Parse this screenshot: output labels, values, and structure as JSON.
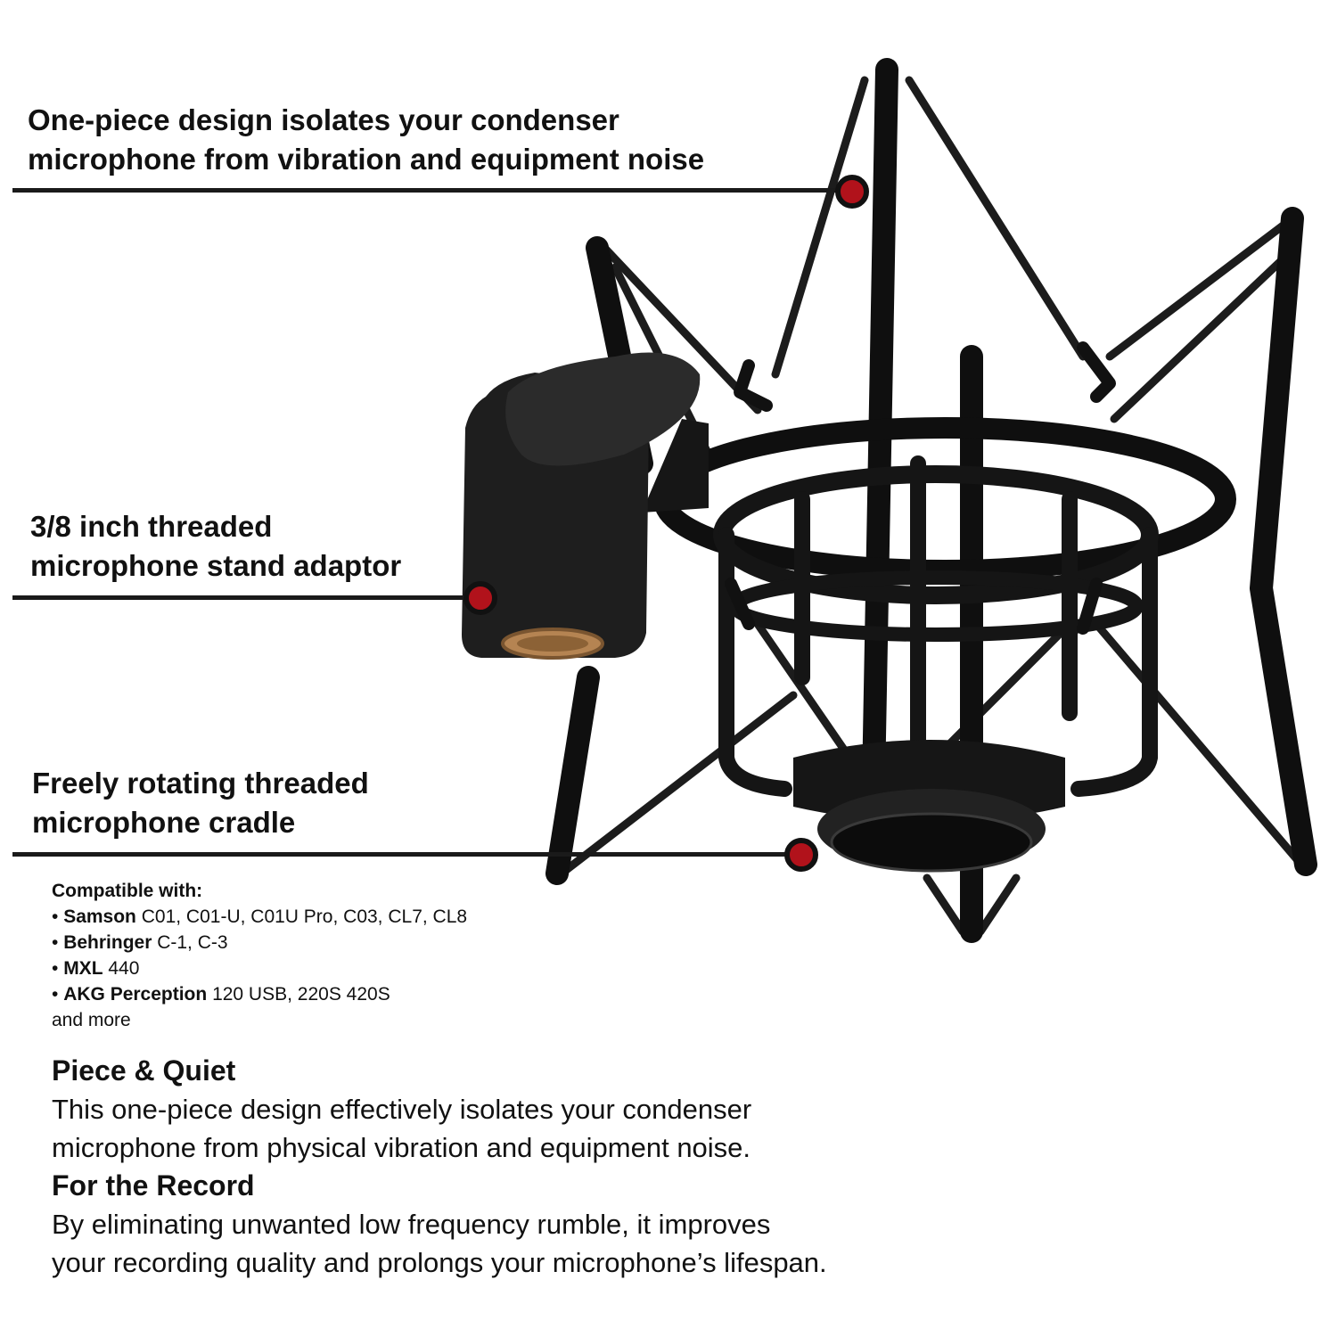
{
  "callouts": [
    {
      "line1": "One-piece design isolates your condenser",
      "line2": "microphone from vibration and equipment noise"
    },
    {
      "line1": "3/8 inch threaded",
      "line2": "microphone stand adaptor"
    },
    {
      "line1": "Freely rotating threaded",
      "line2": "microphone cradle"
    }
  ],
  "compatible": {
    "heading": "Compatible with:",
    "items": [
      {
        "brand": "Samson",
        "models": "C01, C01-U, C01U Pro, C03, CL7, CL8"
      },
      {
        "brand": "Behringer",
        "models": "C-1, C-3"
      },
      {
        "brand": "MXL",
        "models": "440"
      },
      {
        "brand": "AKG Perception",
        "models": "120 USB, 220S 420S"
      }
    ],
    "more": "and more"
  },
  "features": [
    {
      "title": "Piece & Quiet",
      "body_line1": "This one-piece design effectively isolates your condenser",
      "body_line2": "microphone from physical vibration and equipment noise."
    },
    {
      "title": "For the Record",
      "body_line1": "By eliminating unwanted low frequency rumble, it improves",
      "body_line2": "your recording quality and prolongs your microphone’s lifespan."
    }
  ],
  "colors": {
    "accent_dot": "#b1121b",
    "line": "#1a1a1a"
  }
}
